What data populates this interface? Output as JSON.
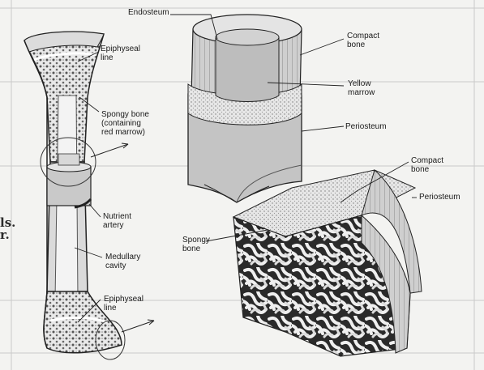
{
  "labels": {
    "endosteum": "Endosteum",
    "epiphyseal_line_top_1": "Epiphyseal",
    "epiphyseal_line_top_2": "line",
    "compact_bone_top_1": "Compact",
    "compact_bone_top_2": "bone",
    "yellow_marrow_1": "Yellow",
    "yellow_marrow_2": "marrow",
    "spongy_bone_red_1": "Spongy bone",
    "spongy_bone_red_2": "(containing",
    "spongy_bone_red_3": "red marrow)",
    "periosteum_top": "Periosteum",
    "compact_bone_right_1": "Compact",
    "compact_bone_right_2": "bone",
    "periosteum_right": "Periosteum",
    "nutrient_artery_1": "Nutrient",
    "nutrient_artery_2": "artery",
    "spongy_bone_1": "Spongy",
    "spongy_bone_2": "bone",
    "medullary_cavity_1": "Medullary",
    "medullary_cavity_2": "cavity",
    "epiphyseal_line_bottom_1": "Epiphyseal",
    "epiphyseal_line_bottom_2": "line"
  },
  "handwriting": {
    "line1": "ls.",
    "line2": "r."
  }
}
